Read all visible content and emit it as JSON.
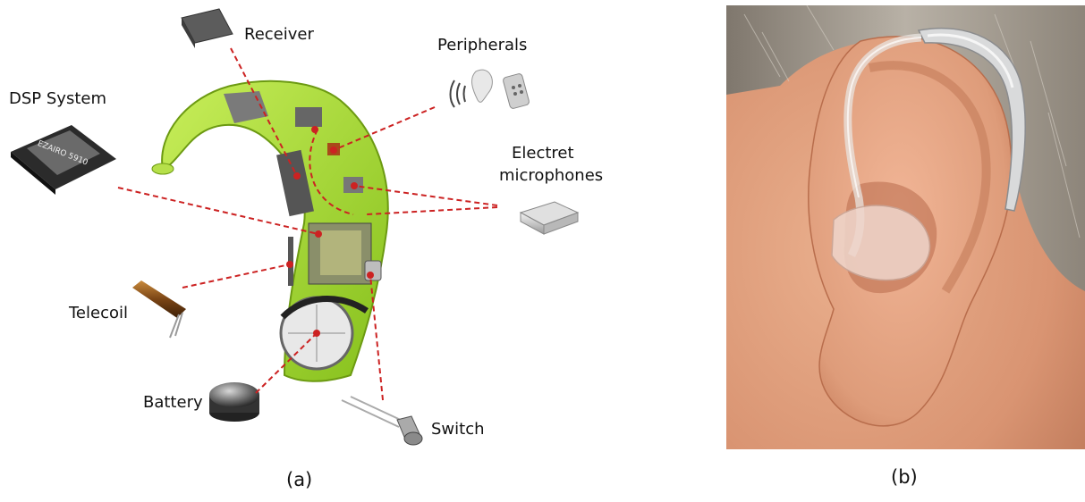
{
  "labels": {
    "receiver": "Receiver",
    "peripherals": "Peripherals",
    "dsp_system": "DSP System",
    "electret_line1": "Electret",
    "electret_line2": "microphones",
    "telecoil": "Telecoil",
    "battery": "Battery",
    "switch": "Switch"
  },
  "chip_text": "EZAIRO 5910",
  "captions": {
    "a": "(a)",
    "b": "(b)"
  },
  "colors": {
    "housing_green": "#9bd12a",
    "leader_line": "#cc2222",
    "skin": "#e2a07e",
    "hair": "#9a9186"
  }
}
